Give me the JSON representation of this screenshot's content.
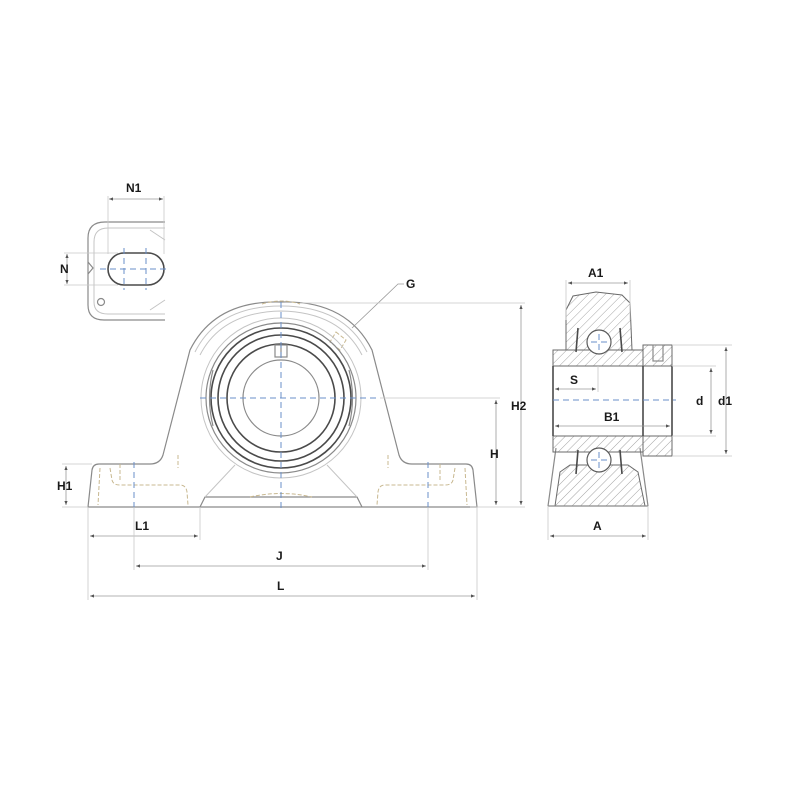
{
  "drawing": {
    "type": "pillow block bearing unit technical dimension drawing",
    "views": [
      "detail-slot-view",
      "front-view",
      "side-section-view"
    ]
  },
  "labels": {
    "N1": "N1",
    "N": "N",
    "G": "G",
    "H2": "H2",
    "H": "H",
    "H1": "H1",
    "L1": "L1",
    "J": "J",
    "L": "L",
    "A1": "A1",
    "S": "S",
    "B1": "B1",
    "d": "d",
    "d1": "d1",
    "A": "A"
  },
  "colors": {
    "outline": "#8a8a8a",
    "outline_dark": "#4a4a4a",
    "centerline": "#6a8fc8",
    "hidden_line": "#c8b890",
    "dimension": "#9a9a9a",
    "label": "#1a1a1a"
  }
}
